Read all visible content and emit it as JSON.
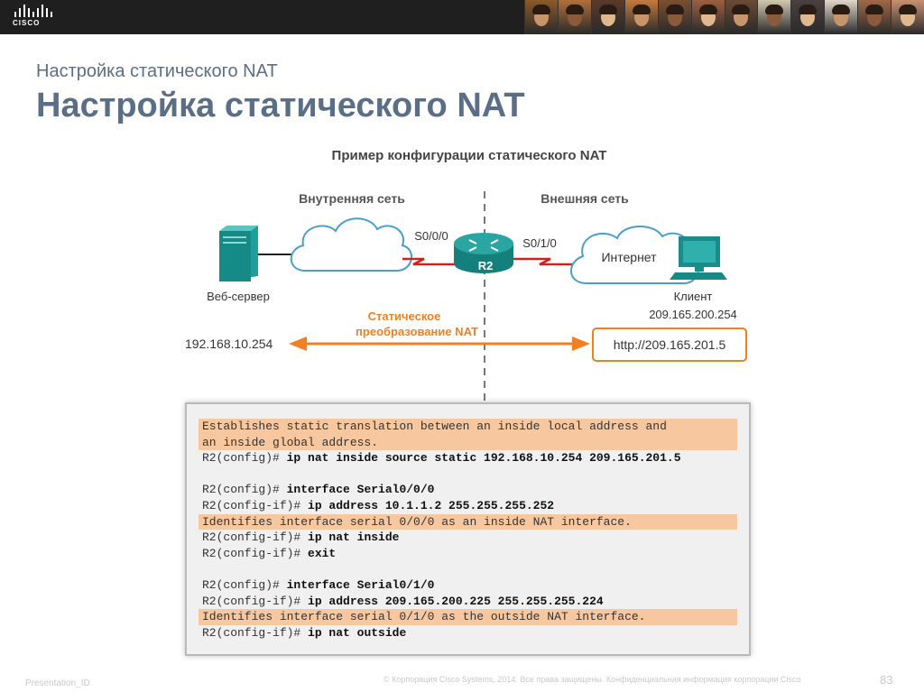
{
  "header": {
    "logo_text": "CISCO",
    "photo_colors": [
      "#8a5a2a",
      "#b0703a",
      "#5a3a2a",
      "#c47a40",
      "#7a5030",
      "#9a6040",
      "#6a4a35",
      "#d0c8b0",
      "#4a4040",
      "#e0d8c8",
      "#a06848",
      "#c89070"
    ]
  },
  "subtitle": "Настройка статического NAT",
  "title": "Настройка статического NAT",
  "diagram": {
    "heading": "Пример конфигурации статического NAT",
    "inside_label": "Внутренняя сеть",
    "outside_label": "Внешняя сеть",
    "server_label": "Веб-сервер",
    "router_label": "R2",
    "left_interface": "S0/0/0",
    "right_interface": "S0/1/0",
    "internet_label": "Интернет",
    "client_label": "Клиент",
    "client_ip": "209.165.200.254",
    "static_label_1": "Статическое",
    "static_label_2": "преобразование NAT",
    "inside_ip": "192.168.10.254",
    "outside_url": "http://209.165.201.5",
    "colors": {
      "accent": "#f08020",
      "teal": "#1a8c8c",
      "cloud_stroke": "#4a9fc8",
      "serial": "#cc2222",
      "divider": "#777777"
    }
  },
  "code": {
    "lines": [
      {
        "type": "comment",
        "text": "Establishes static translation between an inside local address and"
      },
      {
        "type": "comment",
        "text": "an inside global address."
      },
      {
        "type": "cmd",
        "prompt": "R2(config)# ",
        "command": "ip nat inside source static 192.168.10.254 209.165.201.5"
      },
      {
        "type": "blank"
      },
      {
        "type": "cmd",
        "prompt": "R2(config)# ",
        "command": "interface Serial0/0/0"
      },
      {
        "type": "cmd",
        "prompt": "R2(config-if)# ",
        "command": "ip address 10.1.1.2 255.255.255.252"
      },
      {
        "type": "comment",
        "text": "Identifies interface serial 0/0/0 as an inside NAT interface."
      },
      {
        "type": "cmd",
        "prompt": "R2(config-if)# ",
        "command": "ip nat inside"
      },
      {
        "type": "cmd",
        "prompt": "R2(config-if)# ",
        "command": "exit"
      },
      {
        "type": "blank"
      },
      {
        "type": "cmd",
        "prompt": "R2(config)# ",
        "command": "interface Serial0/1/0"
      },
      {
        "type": "cmd",
        "prompt": "R2(config-if)# ",
        "command": "ip address 209.165.200.225 255.255.255.224"
      },
      {
        "type": "comment",
        "text": "Identifies interface serial 0/1/0 as the outside NAT interface."
      },
      {
        "type": "cmd",
        "prompt": "R2(config-if)# ",
        "command": "ip nat outside"
      }
    ]
  },
  "footer": {
    "presentation_id": "Presentation_ID",
    "copyright": "© Корпорация Cisco Systems, 2014. Все права защищены. Конфиденциальная информация корпорации Cisco",
    "page_number": "83"
  }
}
